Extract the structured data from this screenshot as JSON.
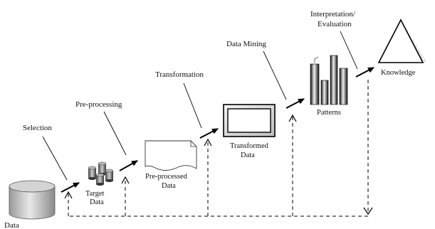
{
  "diagram": {
    "stages": {
      "data": "Data",
      "target_data": [
        "Target",
        "Data"
      ],
      "preprocessed_data": [
        "Pre-processed",
        "Data"
      ],
      "transformed_data": [
        "Transformed",
        "Data"
      ],
      "patterns": "Patterns",
      "knowledge": "Knowledge"
    },
    "steps": {
      "selection": "Selection",
      "preprocessing": "Pre-processing",
      "transformation": "Transformation",
      "data_mining": "Data Mining",
      "interpretation": [
        "Interpretation/",
        "Evaluation"
      ]
    }
  }
}
